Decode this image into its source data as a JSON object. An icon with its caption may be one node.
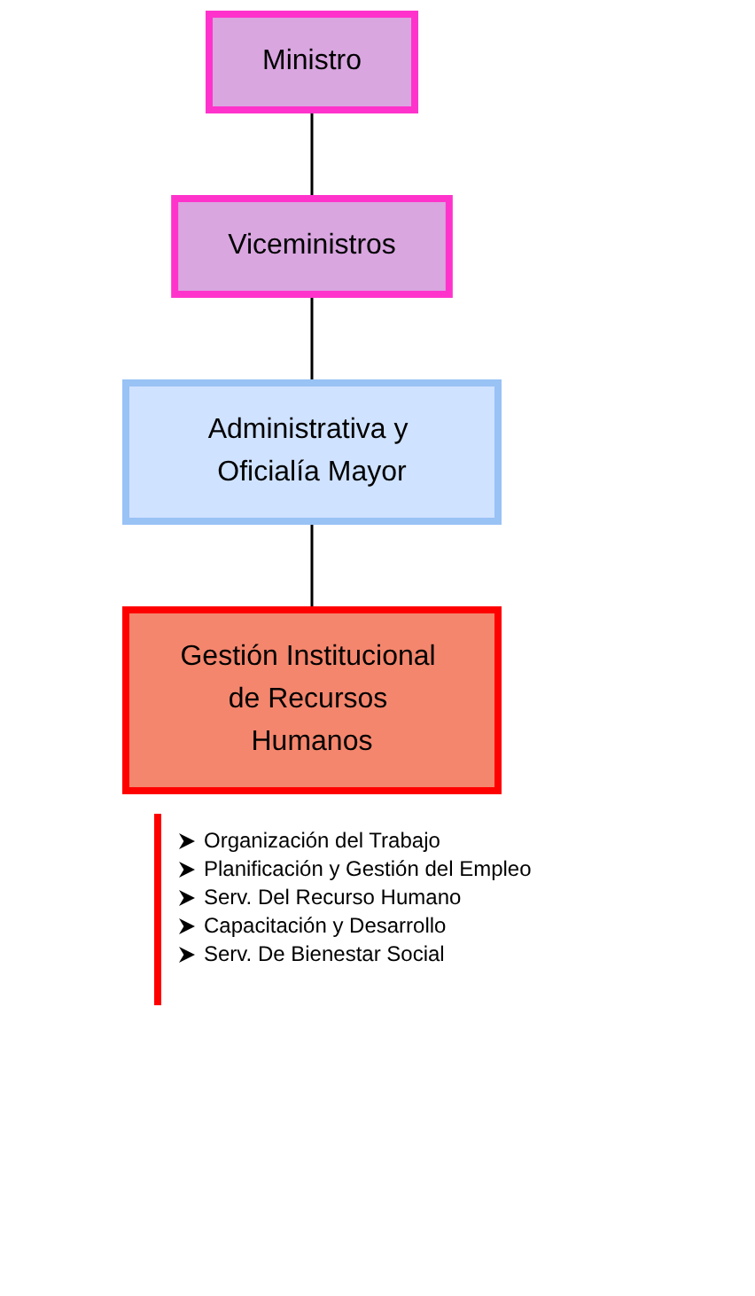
{
  "diagram": {
    "nodes": [
      {
        "text": [
          "Ministro"
        ]
      },
      {
        "text": [
          "Viceministros"
        ]
      },
      {
        "text": [
          "Administrativa y Oficialía Mayor"
        ]
      },
      {
        "text": [
          "Gestión Institucional de Recursos Humanos"
        ]
      }
    ],
    "edges": [
      {
        "from": 0,
        "to": 1,
        "arrow": "none"
      },
      {
        "from": 1,
        "to": 2,
        "arrow": "none"
      },
      {
        "from": 2,
        "to": 3,
        "arrow": "none"
      }
    ],
    "labels": [
      "Organización del Trabajo",
      "Planificación y Gestión del Empleo",
      "Serv. Del Recurso Humano",
      "Capacitación y Desarrollo",
      "Serv. De Bienestar Social"
    ]
  }
}
